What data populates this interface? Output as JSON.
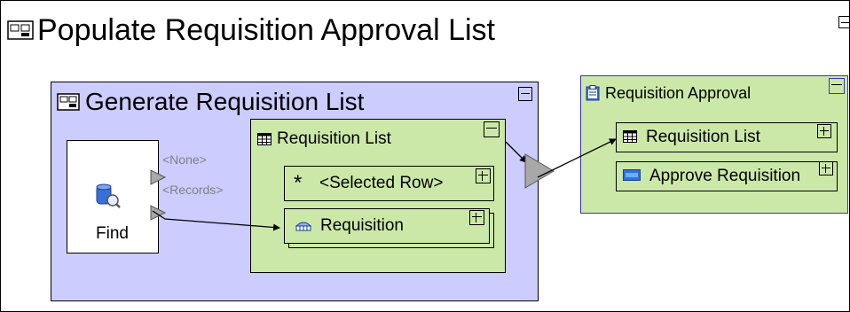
{
  "outer": {
    "title": "Populate Requisition Approval List"
  },
  "generate": {
    "title": "Generate Requisition List"
  },
  "find": {
    "label": "Find",
    "none_label": "<None>",
    "records_label": "<Records>"
  },
  "req_list": {
    "title": "Requisition List"
  },
  "selected_row": {
    "label": "<Selected Row>"
  },
  "requisition": {
    "label": "Requisition"
  },
  "approval": {
    "title": "Requisition Approval",
    "items": [
      {
        "label": "Requisition List"
      },
      {
        "label": "Approve Requisition"
      }
    ]
  },
  "colors": {
    "outer_bg": "#ffffff",
    "generate_bg": "#ccccff",
    "req_list_bg": "#cce8a8",
    "approval_bg": "#cce8a8",
    "approval_border": "#3333cc",
    "port_gray": "#a8a8a8"
  }
}
